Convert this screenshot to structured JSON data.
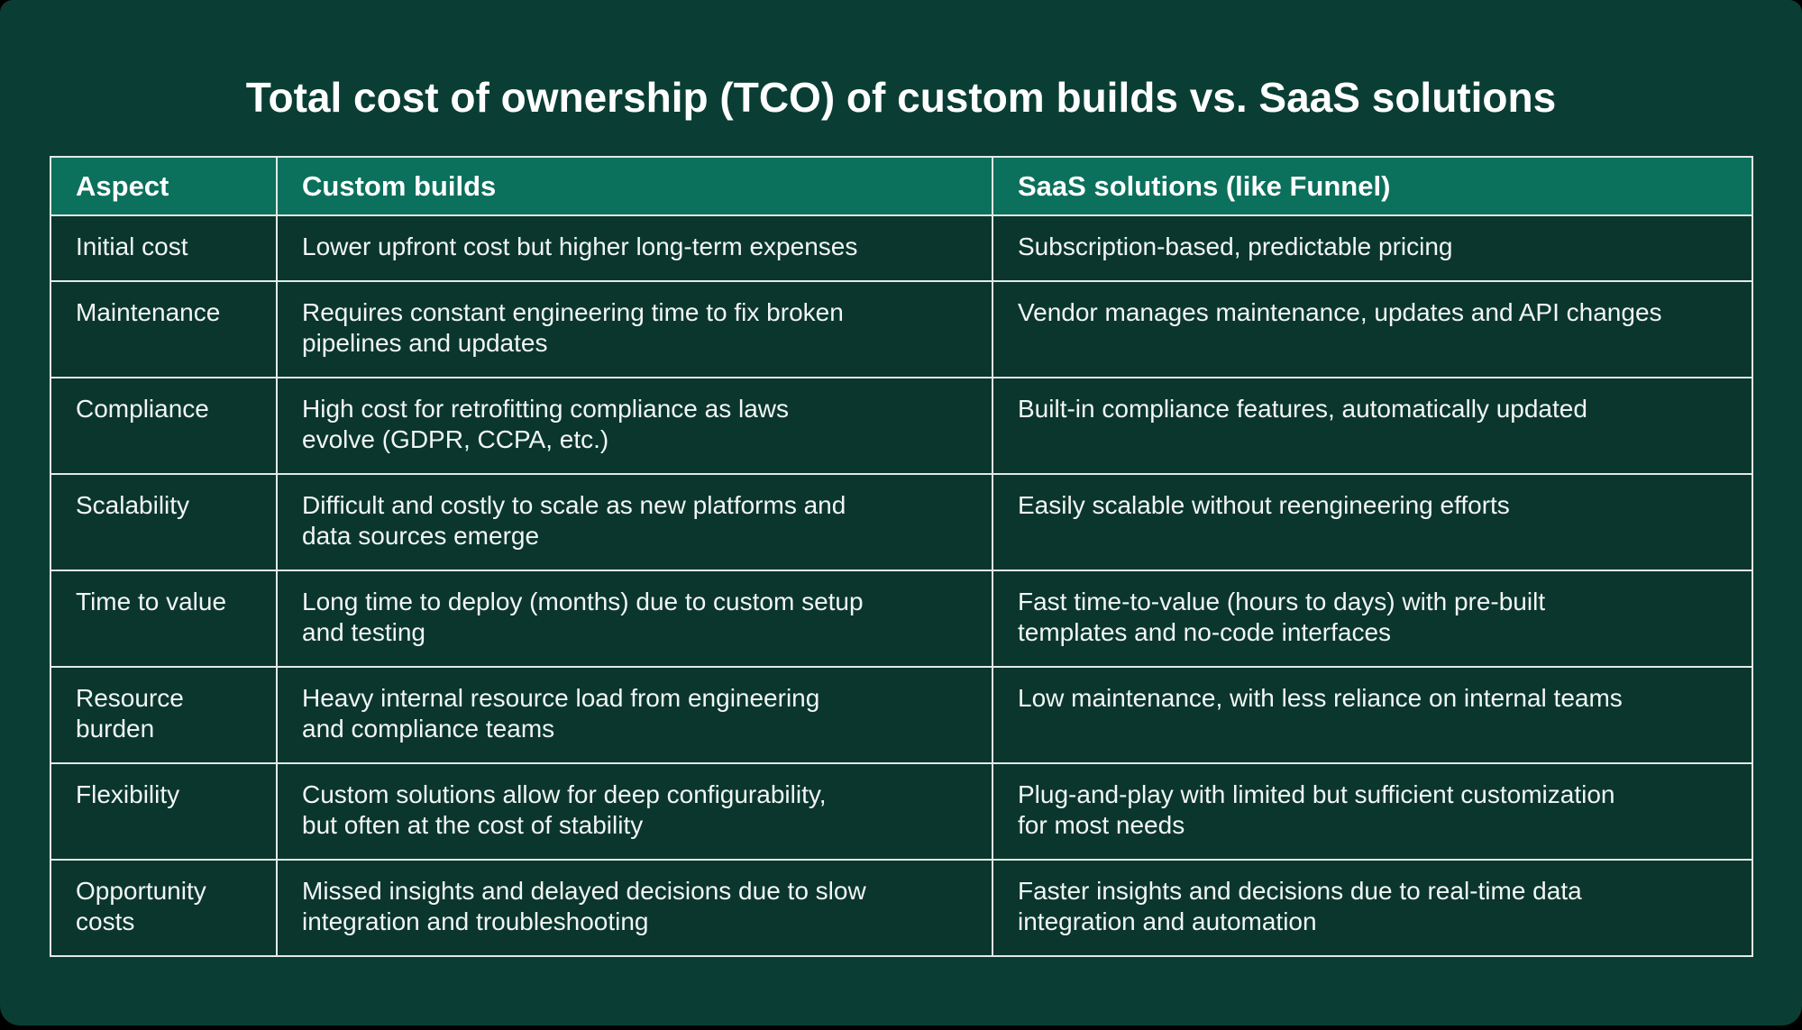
{
  "colors": {
    "page_bg": "#0A3E34",
    "cell_bg": "#0A362D",
    "header_bg": "#0B705C",
    "border": "#E2EBE6",
    "title_text": "#FFFFFF",
    "header_text": "#FFFFFF",
    "cell_text": "#F2F6F4",
    "outer_bg": "#000000"
  },
  "chart_data": {
    "type": "table",
    "title": "Total cost of ownership (TCO) of custom builds vs. SaaS solutions",
    "columns": [
      "Aspect",
      "Custom builds",
      "SaaS solutions (like Funnel)"
    ],
    "rows": [
      [
        "Initial cost",
        "Lower upfront cost but higher long-term expenses",
        "Subscription-based, predictable pricing"
      ],
      [
        "Maintenance",
        "Requires constant engineering time to fix broken\npipelines and updates",
        "Vendor manages maintenance, updates and API changes"
      ],
      [
        "Compliance",
        "High cost for retrofitting compliance as laws\nevolve (GDPR, CCPA, etc.)",
        "Built-in compliance features, automatically updated"
      ],
      [
        "Scalability",
        "Difficult and costly to scale as new platforms and\ndata sources emerge",
        "Easily scalable without reengineering efforts"
      ],
      [
        "Time to value",
        "Long time to deploy (months) due to custom setup\nand testing",
        "Fast time-to-value (hours to days) with pre-built\ntemplates and no-code interfaces"
      ],
      [
        "Resource\nburden",
        "Heavy internal resource load from engineering\nand compliance teams",
        "Low maintenance, with less reliance on internal teams"
      ],
      [
        "Flexibility",
        "Custom solutions allow for deep configurability,\nbut often at the cost of stability",
        "Plug-and-play with limited but sufficient customization\nfor most needs"
      ],
      [
        "Opportunity\ncosts",
        "Missed insights and delayed decisions due to slow\nintegration and troubleshooting",
        "Faster insights and decisions due to real-time data\nintegration and automation"
      ]
    ]
  }
}
